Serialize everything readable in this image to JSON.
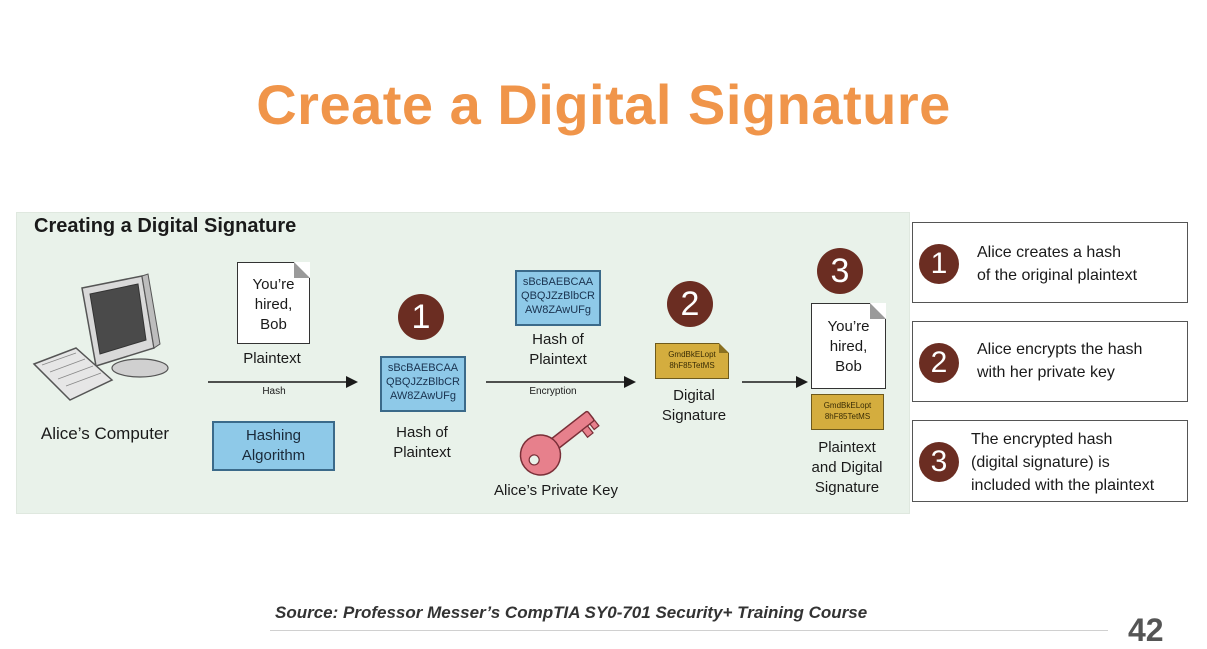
{
  "slide": {
    "title": "Create a Digital Signature",
    "source": "Source: Professor Messer’s CompTIA SY0-701 Security+ Training Course",
    "page_number": "42"
  },
  "diagram": {
    "heading": "Creating a Digital Signature",
    "computer_label": "Alice’s Computer",
    "plaintext_lines": [
      "You’re",
      "hired,",
      "Bob"
    ],
    "plaintext_label": "Plaintext",
    "hash_arrow_label": "Hash",
    "hashing_algorithm_lines": [
      "Hashing",
      "Algorithm"
    ],
    "hash_lines": [
      "sBcBAEBCAA",
      "QBQJZzBlbCR",
      "AW8ZAwUFg"
    ],
    "hash_of_plaintext_lines": [
      "Hash of",
      "Plaintext"
    ],
    "encryption_arrow_label": "Encryption",
    "private_key_label": "Alice’s Private Key",
    "signature_lines": [
      "GmdBkELopt",
      "8hF85TetMS"
    ],
    "digital_signature_lines": [
      "Digital",
      "Signature"
    ],
    "result_label_lines": [
      "Plaintext",
      "and Digital",
      "Signature"
    ],
    "badges": [
      "1",
      "2",
      "3"
    ]
  },
  "steps": [
    {
      "number": "1",
      "lines": [
        "Alice creates a hash",
        "of the original plaintext"
      ]
    },
    {
      "number": "2",
      "lines": [
        "Alice encrypts the hash",
        "with her private key"
      ]
    },
    {
      "number": "3",
      "lines": [
        "The encrypted hash",
        "(digital signature) is",
        "included with the plaintext"
      ]
    }
  ],
  "colors": {
    "title": "#f0954a",
    "panel": "#e9f2ea",
    "hash_box": "#8ec9e8",
    "signature_box": "#d4ad3e",
    "badge": "#6b2d22",
    "key": "#e7808c"
  }
}
